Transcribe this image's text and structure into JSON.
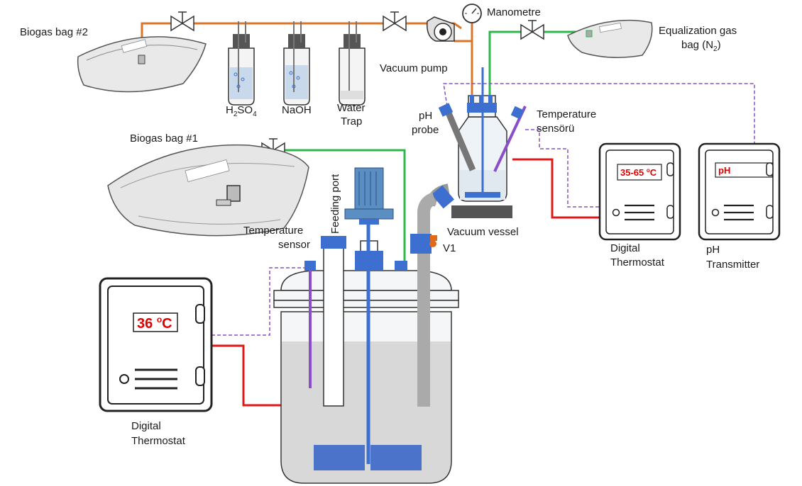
{
  "labels": {
    "biogas_bag_2": "Biogas bag #2",
    "biogas_bag_1": "Biogas bag #1",
    "h2so4_main": "H",
    "h2so4_sub1": "2",
    "h2so4_mid": "SO",
    "h2so4_sub2": "4",
    "naoh": "NaOH",
    "water_trap_1": "Water",
    "water_trap_2": "Trap",
    "vacuum_pump": "Vacuum pump",
    "manometre": "Manometre",
    "equalization_1": "Equalization gas",
    "equalization_2a": "bag (N",
    "equalization_2sub": "2",
    "equalization_2b": ")",
    "ph_probe_1": "pH",
    "ph_probe_2": "probe",
    "temp_sensoru_1": "Temperature",
    "temp_sensoru_2": "sensörü",
    "feeding_port": "Feeding port",
    "temp_sensor_1": "Temperature",
    "temp_sensor_2": "sensor",
    "vacuum_vessel": "Vacuum vessel",
    "v1": "V1",
    "digital_thermostat_top_1": "Digital",
    "digital_thermostat_top_2": "Thermostat",
    "ph_transmitter_1": "pH",
    "ph_transmitter_2": "Transmitter",
    "digital_thermostat_main_1": "Digital",
    "digital_thermostat_main_2": "Thermostat"
  },
  "displays": {
    "main_thermostat_main": "36 ",
    "main_thermostat_sup": "o",
    "main_thermostat_unit": "C",
    "vessel_thermostat_main": "35-65 ",
    "vessel_thermostat_sup": "o",
    "vessel_thermostat_unit": "C",
    "ph_transmitter": "pH"
  },
  "colors": {
    "orange_line": "#d9762a",
    "green_line": "#2eb84c",
    "red_line": "#e01818",
    "purple_dash": "#8a4fc8",
    "blue_part": "#3c6fcf",
    "liquid": "#d8d8d8",
    "display_text": "#e00000"
  }
}
